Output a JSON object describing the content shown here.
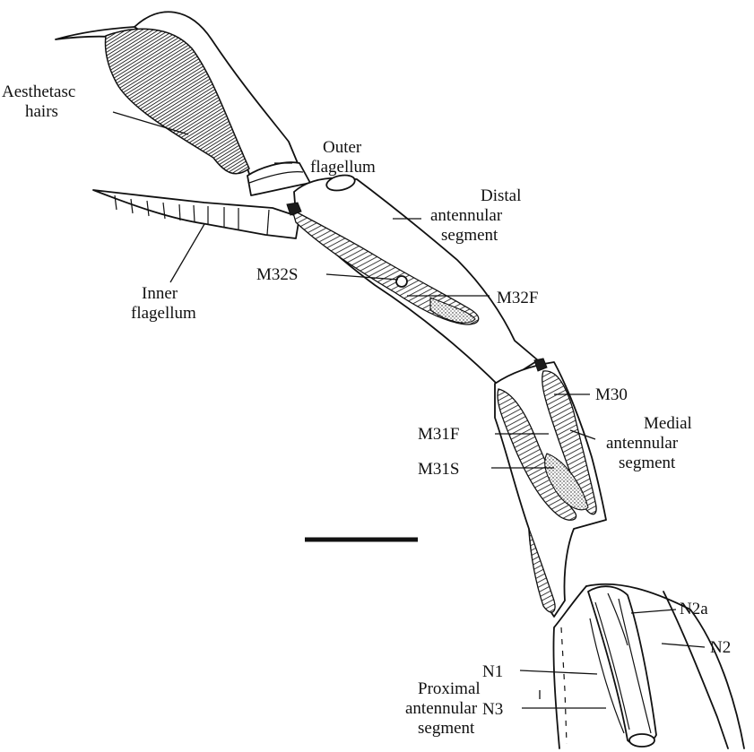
{
  "labels": {
    "aesthetasc_hairs": [
      "Aesthetasc",
      "hairs"
    ],
    "outer_flagellum": [
      "Outer",
      "flagellum"
    ],
    "distal_segment": [
      "Distal",
      "antennular",
      "segment"
    ],
    "inner_flagellum": [
      "Inner",
      "flagellum"
    ],
    "m32s": "M32S",
    "m32f": "M32F",
    "m30": "M30",
    "medial_segment": [
      "Medial",
      "antennular",
      "segment"
    ],
    "m31f": "M31F",
    "m31s": "M31S",
    "n2a": "N2a",
    "n1": "N1",
    "n2": "N2",
    "n3": "N3",
    "proximal_segment": [
      "Proximal",
      "antennular",
      "segment"
    ]
  },
  "colors": {
    "ink": "#111111",
    "background": "#ffffff"
  }
}
